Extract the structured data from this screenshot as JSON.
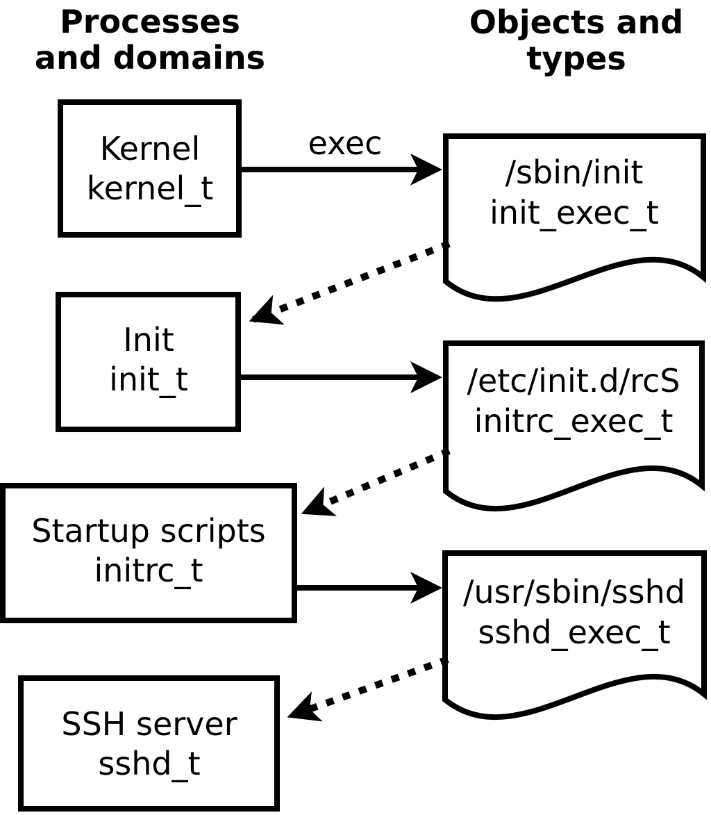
{
  "columns": {
    "left_header": {
      "line1": "Processes",
      "line2": "and domains"
    },
    "right_header": {
      "line1": "Objects and",
      "line2": "types"
    }
  },
  "processes": [
    {
      "name": "Kernel",
      "domain": "kernel_t"
    },
    {
      "name": "Init",
      "domain": "init_t"
    },
    {
      "name": "Startup scripts",
      "domain": "initrc_t"
    },
    {
      "name": "SSH server",
      "domain": "sshd_t"
    }
  ],
  "objects": [
    {
      "path": "/sbin/init",
      "type": "init_exec_t"
    },
    {
      "path": "/etc/init.d/rcS",
      "type": "initrc_exec_t"
    },
    {
      "path": "/usr/sbin/sshd",
      "type": "sshd_exec_t"
    }
  ],
  "labels": {
    "exec": "exec"
  },
  "colors": {
    "ink": "#000000",
    "background": "#ffffff"
  }
}
